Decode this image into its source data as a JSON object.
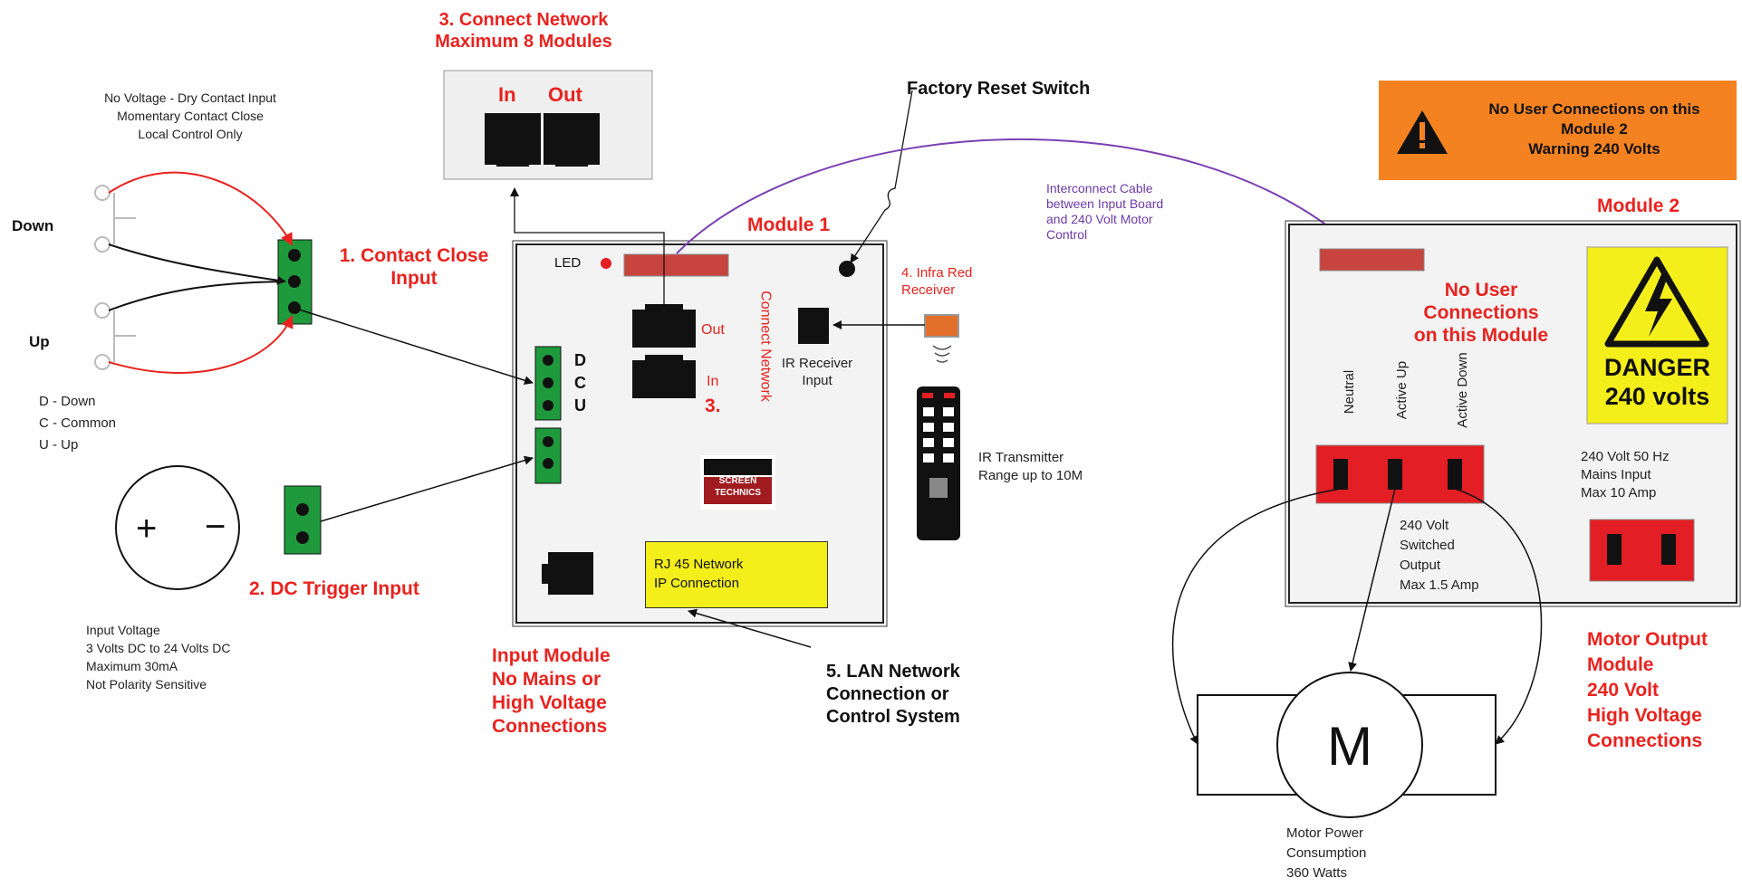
{
  "connect_network": {
    "title_lines": [
      "3. Connect Network",
      "Maximum 8 Modules"
    ],
    "in_label": "In",
    "out_label": "Out"
  },
  "dry_contact": {
    "lines": [
      "No Voltage - Dry Contact Input",
      "Momentary Contact Close",
      "Local Control Only"
    ]
  },
  "factory_reset": "Factory Reset Switch",
  "warning_banner": {
    "lines": [
      "No User Connections on this",
      "Module 2",
      "Warning 240 Volts"
    ],
    "color": "#f58220"
  },
  "interconnect_cable": {
    "lines": [
      "Interconnect Cable",
      "between Input Board",
      "and 240 Volt Motor",
      "Control"
    ]
  },
  "switch_labels": {
    "down": "Down",
    "up": "Up"
  },
  "contact_close": {
    "lines": [
      "1. Contact Close",
      "Input"
    ]
  },
  "legend_dcu": {
    "lines": [
      "D - Down",
      "C - Common",
      "U - Up"
    ]
  },
  "dc_trigger": {
    "title": "2. DC Trigger Input",
    "plus": "+",
    "minus": "−",
    "spec_lines": [
      "Input Voltage",
      "3 Volts DC to 24 Volts DC",
      "Maximum 30mA",
      "Not Polarity Sensitive"
    ]
  },
  "module1": {
    "title": "Module 1",
    "led": "LED",
    "terminal_labels": [
      "D",
      "C",
      "U"
    ],
    "port_out": "Out",
    "port_in": "In",
    "port_number": "3.",
    "vertical_text": "Connect Network",
    "ir_receiver_lines": [
      "IR Receiver",
      "Input"
    ],
    "logo_lines": [
      "SCREEN",
      "TECHNICS"
    ],
    "rj45_lines": [
      "RJ 45 Network",
      "IP Connection"
    ],
    "input_module_lines": [
      "Input Module",
      "No Mains or",
      "High Voltage",
      "Connections"
    ]
  },
  "infra_red": {
    "title_lines": [
      "4. Infra Red",
      "Receiver"
    ],
    "transmitter_lines": [
      "IR Transmitter",
      "Range up to 10M"
    ]
  },
  "lan_network": {
    "lines": [
      "5. LAN Network",
      "Connection or",
      "Control System"
    ]
  },
  "module2": {
    "title": "Module 2",
    "no_user_lines": [
      "No User",
      "Connections",
      "on this Module"
    ],
    "danger_lines": [
      "DANGER",
      "240 volts"
    ],
    "terminal_headers": [
      "Neutral",
      "Active Up",
      "Active Down"
    ],
    "mains_lines": [
      "240 Volt 50 Hz",
      "Mains Input",
      "Max 10 Amp"
    ],
    "switched_output_lines": [
      "240 Volt",
      "Switched",
      "Output",
      "Max 1.5 Amp"
    ],
    "motor_output_lines": [
      "Motor Output",
      "Module",
      "240 Volt",
      "High Voltage",
      "Connections"
    ]
  },
  "motor": {
    "symbol": "M",
    "power_lines": [
      "Motor Power",
      "Consumption",
      "360 Watts"
    ]
  },
  "colors": {
    "label_red": "#e8231f",
    "terminal_green": "#1e9a3c",
    "module_panel": "#f3f3f3",
    "connector_red": "#c8443e",
    "terminal_red": "#e31e24",
    "note_yellow": "#f4ee1b",
    "cable_purple": "#7a40b4"
  }
}
